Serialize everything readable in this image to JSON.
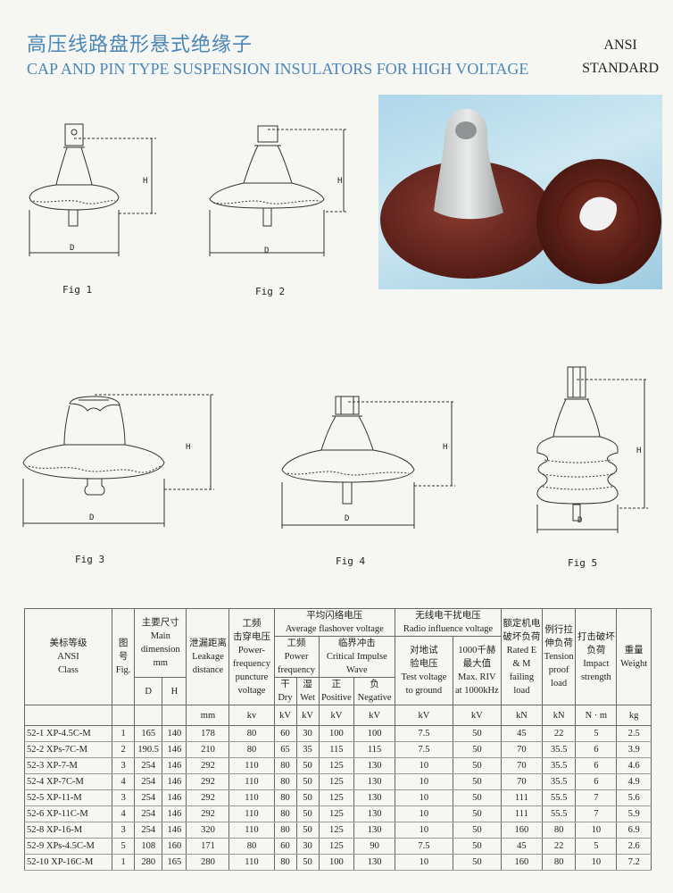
{
  "header": {
    "title_cn": "高压线路盘形悬式绝缘子",
    "title_en": "CAP AND PIN TYPE SUSPENSION INSULATORS FOR HIGH VOLTAGE",
    "standard_line1": "ANSI",
    "standard_line2": "STANDARD"
  },
  "figures": {
    "fig1": "Fig 1",
    "fig2": "Fig 2",
    "fig3": "Fig 3",
    "fig4": "Fig 4",
    "fig5": "Fig 5",
    "dim_d": "D",
    "dim_h": "H"
  },
  "table": {
    "h_class": [
      "美标等级",
      "ANSI",
      "Class"
    ],
    "h_fig": [
      "图",
      "号",
      "Fig."
    ],
    "h_main": [
      "主要尺寸",
      "Main",
      "dimension",
      "mm"
    ],
    "h_d": "D",
    "h_h": "H",
    "h_leak": [
      "泄漏距离",
      "Leakage",
      "distance"
    ],
    "h_punct": [
      "工频",
      "击穿电压",
      "Power-",
      "frequency",
      "puncture",
      "voltage"
    ],
    "h_flash_cn": "平均闪络电压",
    "h_flash_en": "Average flashover voltage",
    "h_pf": [
      "工频",
      "Power",
      "frequency"
    ],
    "h_imp": [
      "临界冲击",
      "Critical Impulse",
      "Wave"
    ],
    "h_dry": [
      "干",
      "Dry"
    ],
    "h_wet": [
      "湿",
      "Wet"
    ],
    "h_pos": [
      "正",
      "Positive"
    ],
    "h_neg": [
      "负",
      "Negative"
    ],
    "h_radio_cn": "无线电干扰电压",
    "h_radio_en": "Radio influence voltage",
    "h_test": [
      "对地试",
      "验电压",
      "Test voltage",
      "to ground"
    ],
    "h_riv": [
      "1000千赫",
      "最大值",
      "Max. RIV",
      "at 1000kHz"
    ],
    "h_rated": [
      "额定机电",
      "破坏负荷",
      "Rated E",
      "& M",
      "failing",
      "load"
    ],
    "h_tension": [
      "例行拉",
      "伸负荷",
      "Tension",
      "proof",
      "load"
    ],
    "h_impact": [
      "打击破坏",
      "负荷",
      "Impact",
      "strength"
    ],
    "h_weight": [
      "重量",
      "Weight"
    ],
    "units": [
      "mm",
      "kv",
      "kV",
      "kV",
      "kV",
      "kV",
      "kV",
      "kV",
      "kN",
      "kN",
      "N · m",
      "kg"
    ],
    "rows": [
      [
        "52-1 XP-4.5C-M",
        "1",
        "165",
        "140",
        "178",
        "80",
        "60",
        "30",
        "100",
        "100",
        "7.5",
        "50",
        "45",
        "22",
        "5",
        "2.5"
      ],
      [
        "52-2 XPs-7C-M",
        "2",
        "190.5",
        "146",
        "210",
        "80",
        "65",
        "35",
        "115",
        "115",
        "7.5",
        "50",
        "70",
        "35.5",
        "6",
        "3.9"
      ],
      [
        "52-3 XP-7-M",
        "3",
        "254",
        "146",
        "292",
        "110",
        "80",
        "50",
        "125",
        "130",
        "10",
        "50",
        "70",
        "35.5",
        "6",
        "4.6"
      ],
      [
        "52-4 XP-7C-M",
        "4",
        "254",
        "146",
        "292",
        "110",
        "80",
        "50",
        "125",
        "130",
        "10",
        "50",
        "70",
        "35.5",
        "6",
        "4.9"
      ],
      [
        "52-5 XP-11-M",
        "3",
        "254",
        "146",
        "292",
        "110",
        "80",
        "50",
        "125",
        "130",
        "10",
        "50",
        "111",
        "55.5",
        "7",
        "5.6"
      ],
      [
        "52-6 XP-11C-M",
        "4",
        "254",
        "146",
        "292",
        "110",
        "80",
        "50",
        "125",
        "130",
        "10",
        "50",
        "111",
        "55.5",
        "7",
        "5.9"
      ],
      [
        "52-8 XP-16-M",
        "3",
        "254",
        "146",
        "320",
        "110",
        "80",
        "50",
        "125",
        "130",
        "10",
        "50",
        "160",
        "80",
        "10",
        "6.9"
      ],
      [
        "52-9 XPs-4.5C-M",
        "5",
        "108",
        "160",
        "171",
        "80",
        "60",
        "30",
        "125",
        "90",
        "7.5",
        "50",
        "45",
        "22",
        "5",
        "2.6"
      ],
      [
        "52-10 XP-16C-M",
        "1",
        "280",
        "165",
        "280",
        "110",
        "80",
        "50",
        "100",
        "130",
        "10",
        "50",
        "160",
        "80",
        "10",
        "7.2"
      ]
    ]
  }
}
